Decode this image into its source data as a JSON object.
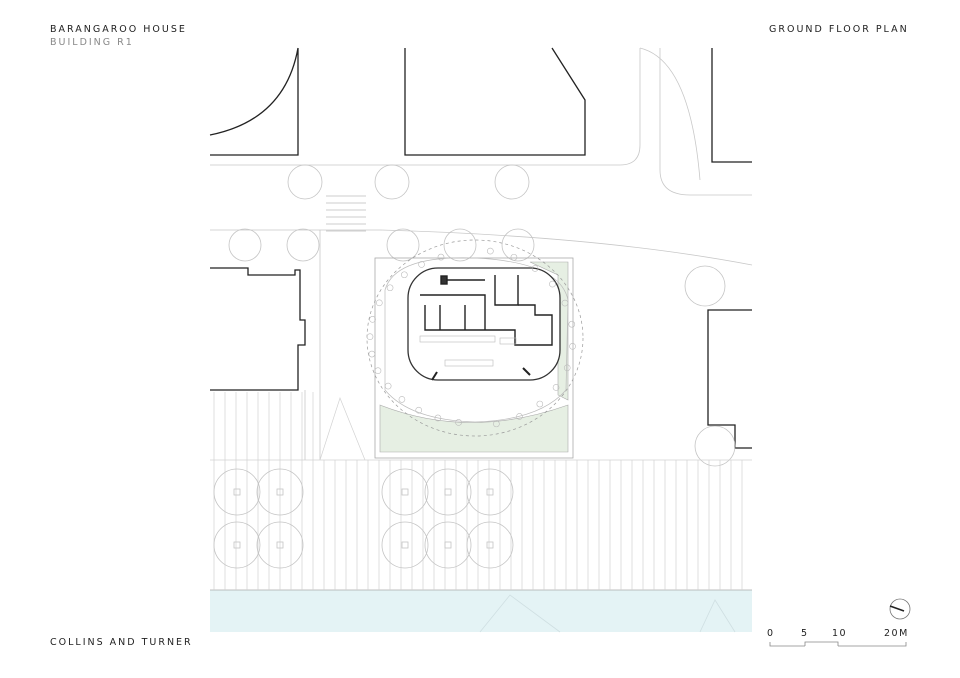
{
  "header": {
    "project_title": "BARANGAROO HOUSE",
    "building": "BUILDING R1",
    "drawing_title": "GROUND FLOOR PLAN"
  },
  "footer": {
    "architect": "COLLINS AND TURNER"
  },
  "scale_bar": {
    "labels": [
      "0",
      "5",
      "10",
      "20M"
    ]
  },
  "north_arrow": {
    "icon": "north-arrow-icon"
  },
  "colors": {
    "line": "#222222",
    "light_line": "#bbbbbb",
    "lawn": "#e6efe3",
    "water": "#e4f3f5"
  }
}
